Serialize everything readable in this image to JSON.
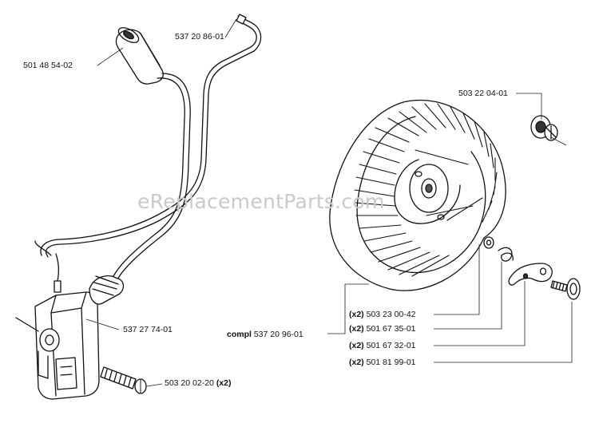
{
  "watermark": "eReplacementParts.com",
  "labels": {
    "boot": "501 48 54-02",
    "wire": "537 20 86-01",
    "ignition_module": "537 27 74-01",
    "screw": "503 20 02-20",
    "screw_qty": "(x2)",
    "nut": "503 22 04-01",
    "flywheel_prefix": "compl",
    "flywheel": "537 20 96-01",
    "kit_items": [
      {
        "qty": "(x2)",
        "part": "503 23 00-42"
      },
      {
        "qty": "(x2)",
        "part": "501 67 35-01"
      },
      {
        "qty": "(x2)",
        "part": "501 67 32-01"
      },
      {
        "qty": "(x2)",
        "part": "501 81 99-01"
      }
    ]
  }
}
